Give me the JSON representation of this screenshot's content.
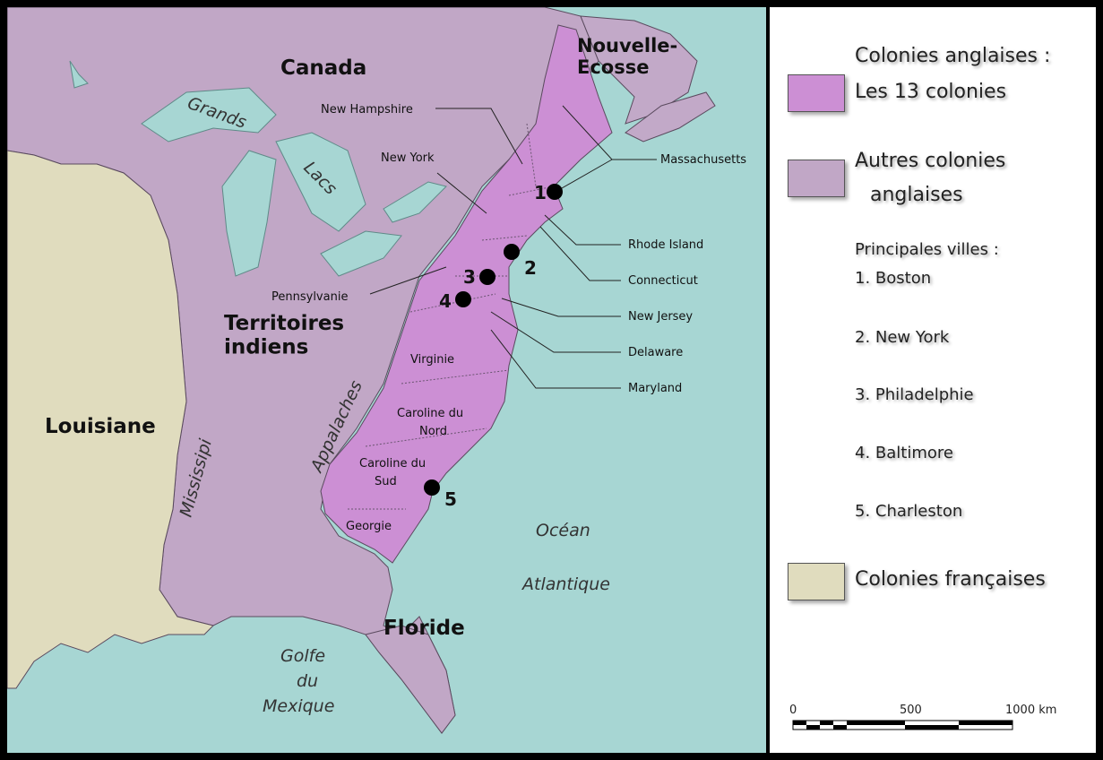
{
  "colors": {
    "ocean": "#a7d6d3",
    "thirteen_colonies": "#cc8fd4",
    "other_english": "#c1a7c6",
    "french": "#e0dcbe",
    "canada": "#c2a9c8",
    "stroke": "#5a4a5e"
  },
  "map": {
    "regions": {
      "canada": "Canada",
      "nouvelle_ecosse": "Nouvelle-\nEcosse",
      "territoires_indiens": "Territoires\nindiens",
      "louisiane": "Louisiane",
      "floride": "Floride"
    },
    "features": {
      "grands_lacs_1": "Grands",
      "grands_lacs_2": "Lacs",
      "appalaches": "Appalaches",
      "mississipi": "Mississipi"
    },
    "water": {
      "golfe_1": "Golfe",
      "golfe_2": "du",
      "golfe_3": "Mexique",
      "ocean_1": "Océan",
      "ocean_2": "Atlantique"
    },
    "colonies": {
      "new_hampshire": "New Hampshire",
      "new_york": "New York",
      "massachusetts": "Massachusetts",
      "rhode_island": "Rhode Island",
      "connecticut": "Connecticut",
      "pennsylvanie": "Pennsylvanie",
      "new_jersey": "New Jersey",
      "delaware": "Delaware",
      "maryland": "Maryland",
      "virginie": "Virginie",
      "caroline_nord_1": "Caroline du",
      "caroline_nord_2": "Nord",
      "caroline_sud_1": "Caroline du",
      "caroline_sud_2": "Sud",
      "georgie": "Georgie"
    },
    "city_numbers": [
      "1",
      "2",
      "3",
      "4",
      "5"
    ]
  },
  "legend": {
    "english_heading": "Colonies anglaises :",
    "thirteen_label": "Les 13 colonies",
    "other_label_1": "Autres colonies",
    "other_label_2": "anglaises",
    "cities_heading": "Principales villes :",
    "cities": [
      "1. Boston",
      "2. New York",
      "3. Philadelphie",
      "4. Baltimore",
      "5. Charleston"
    ],
    "french_label": "Colonies françaises"
  },
  "scale": {
    "ticks": [
      "0",
      "500",
      "1000 km"
    ]
  }
}
